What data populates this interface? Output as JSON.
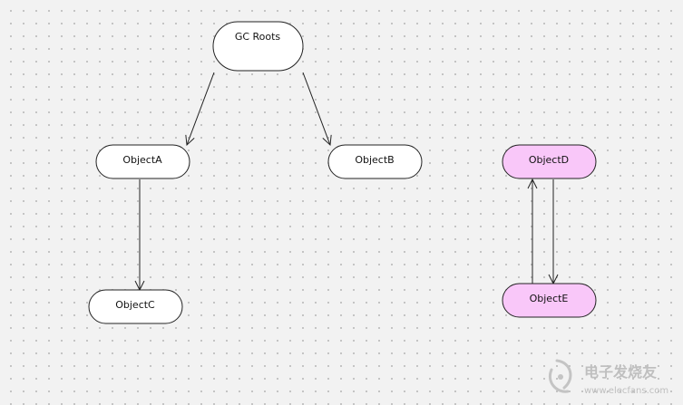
{
  "diagram": {
    "nodes": [
      {
        "id": "gc_roots",
        "label": "GC Roots",
        "highlighted": false
      },
      {
        "id": "object_a",
        "label": "ObjectA",
        "highlighted": false
      },
      {
        "id": "object_b",
        "label": "ObjectB",
        "highlighted": false
      },
      {
        "id": "object_c",
        "label": "ObjectC",
        "highlighted": false
      },
      {
        "id": "object_d",
        "label": "ObjectD",
        "highlighted": true
      },
      {
        "id": "object_e",
        "label": "ObjectE",
        "highlighted": true
      }
    ],
    "edges": [
      {
        "from": "gc_roots",
        "to": "object_a"
      },
      {
        "from": "gc_roots",
        "to": "object_b"
      },
      {
        "from": "object_a",
        "to": "object_c"
      },
      {
        "from": "object_d",
        "to": "object_e"
      },
      {
        "from": "object_e",
        "to": "object_d"
      }
    ]
  },
  "colors": {
    "node_fill": "#ffffff",
    "highlight_fill": "#f9c7f9",
    "stroke": "#222222"
  },
  "watermark": {
    "chinese_text": "电子发烧友",
    "url_text": "www.elecfans.com"
  }
}
